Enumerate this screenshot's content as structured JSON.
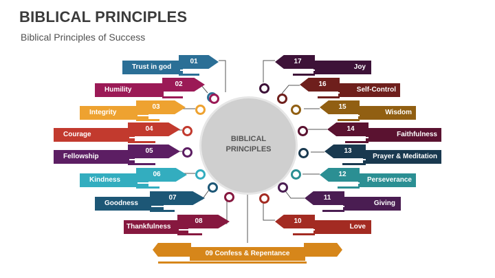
{
  "header": {
    "title": "BIBLICAL PRINCIPLES",
    "subtitle": "Biblical Principles of Success"
  },
  "center": {
    "line1": "BIBLICAL",
    "line2": "PRINCIPLES",
    "color": "#cfcfcf"
  },
  "left_items": [
    {
      "num": "01",
      "label": "Trust in god",
      "color": "#2b6f96"
    },
    {
      "num": "02",
      "label": "Humility",
      "color": "#9b1a56"
    },
    {
      "num": "03",
      "label": "Integrity",
      "color": "#eea230"
    },
    {
      "num": "04",
      "label": "Courage",
      "color": "#c23a2e"
    },
    {
      "num": "05",
      "label": "Fellowship",
      "color": "#5c1e63"
    },
    {
      "num": "06",
      "label": "Kindness",
      "color": "#33adbf"
    },
    {
      "num": "07",
      "label": "Goodness",
      "color": "#1d5776"
    },
    {
      "num": "08",
      "label": "Thankfulness",
      "color": "#86183f"
    }
  ],
  "bottom_item": {
    "num": "09",
    "label": "09 Confess & Repentance",
    "color": "#d6861a"
  },
  "right_items": [
    {
      "num": "17",
      "label": "Joy",
      "color": "#3d1238"
    },
    {
      "num": "16",
      "label": "Self-Control",
      "color": "#6e1f1c"
    },
    {
      "num": "15",
      "label": "Wisdom",
      "color": "#915f12"
    },
    {
      "num": "14",
      "label": "Faithfulness",
      "color": "#5a1230"
    },
    {
      "num": "13",
      "label": "Prayer & Meditation",
      "color": "#19394f"
    },
    {
      "num": "12",
      "label": "Perseverance",
      "color": "#2b8f93"
    },
    {
      "num": "11",
      "label": "Giving",
      "color": "#4a1d52"
    },
    {
      "num": "10",
      "label": "Love",
      "color": "#a32b22"
    }
  ]
}
